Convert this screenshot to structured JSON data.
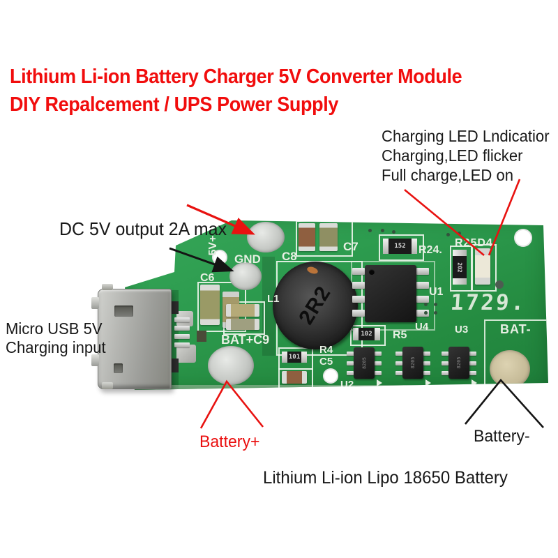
{
  "page": {
    "background": "#ffffff"
  },
  "title": {
    "line1": "Lithium Li-ion Battery Charger 5V Converter Module",
    "line2": "DIY Repalcement / UPS Power Supply",
    "color": "#f10d0d"
  },
  "annotations": {
    "charging_led": {
      "line1": "Charging LED Lndicatior",
      "line2": "Charging,LED flicker",
      "line3": "Full charge,LED on"
    },
    "dc_output": "DC 5V output 2A max",
    "micro_usb": {
      "line1": "Micro USB 5V",
      "line2": "Charging input"
    },
    "battery_plus": "Battery+",
    "battery_minus": "Battery-",
    "caption": "Lithium Li-ion Lipo 18650 Battery",
    "arrow_red": "#e81210",
    "arrow_black": "#141414"
  },
  "board": {
    "pcb_color": "#2d9a4d",
    "silk": {
      "v5": "5V+",
      "gnd": "GND",
      "c6": "C6",
      "c7": "C7",
      "c8": "C8",
      "r24": "R24.",
      "r25d4": "R25D4",
      "l1": "L1",
      "batc9": "BAT+C9",
      "r4": "R4",
      "c5": "C5",
      "r5": "R5",
      "u1": "U1",
      "u2": "U2",
      "u3": "U3",
      "u4": "U4",
      "bat_minus": "BAT-",
      "date_code": "1729."
    },
    "marks": {
      "inductor": "2R2",
      "r24": "152",
      "r25": "202",
      "r5": "102",
      "r4": "101",
      "sot": "8205"
    }
  }
}
